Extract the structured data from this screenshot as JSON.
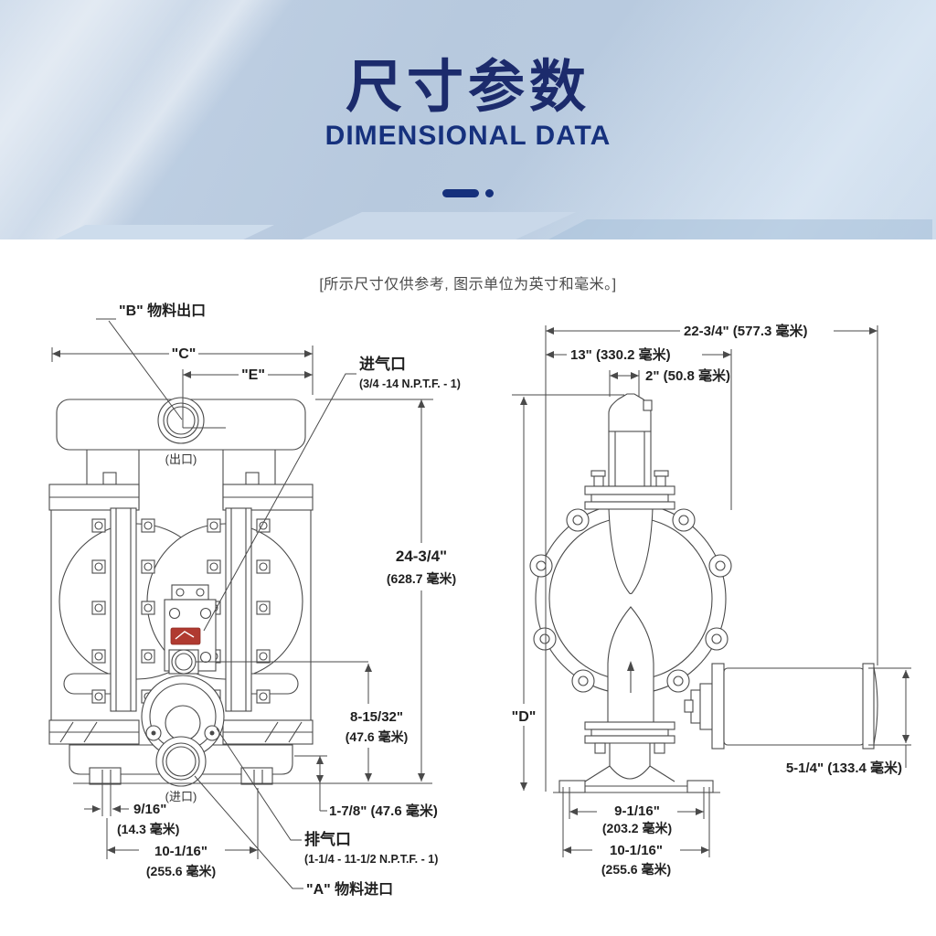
{
  "header": {
    "title": "尺寸参数",
    "subtitle": "DIMENSIONAL DATA"
  },
  "note": "[所示尺寸仅供参考, 图示单位为英寸和毫米。]",
  "front": {
    "b_outlet": "\"B\" 物料出口",
    "dim_c": "\"C\"",
    "dim_e": "\"E\"",
    "air_inlet": "进气口",
    "air_inlet_spec": "(3/4 -14 N.P.T.F. - 1)",
    "outlet_sub": "(出口)",
    "inlet_sub": "(进口)",
    "height_in": "24-3/4\"",
    "height_mm": "(628.7 毫米)",
    "mid_in": "8-15/32\"",
    "mid_mm": "(47.6 毫米)",
    "gap": "1-7/8\" (47.6 毫米)",
    "slot_in": "9/16\"",
    "slot_mm": "(14.3 毫米)",
    "width_in": "10-1/16\"",
    "width_mm": "(255.6 毫米)",
    "exhaust": "排气口",
    "exhaust_spec": "(1-1/4 - 11-1/2 N.P.T.F. - 1)",
    "a_inlet": "\"A\" 物料进口"
  },
  "side": {
    "overall_w": "22-3/4\" (577.3 毫米)",
    "w13": "13\" (330.2 毫米)",
    "w2": "2\" (50.8 毫米)",
    "dim_d": "\"D\"",
    "muffler": "5-1/4\" (133.4 毫米)",
    "base_in": "9-1/16\"",
    "base_mm": "(203.2 毫米)",
    "obase_in": "10-1/16\"",
    "obase_mm": "(255.6 毫米)"
  },
  "colors": {
    "accent_navy": "#15307c",
    "header_bg": "#b9cadd",
    "line": "#4a4a4a",
    "badge_red": "#b03a30"
  }
}
